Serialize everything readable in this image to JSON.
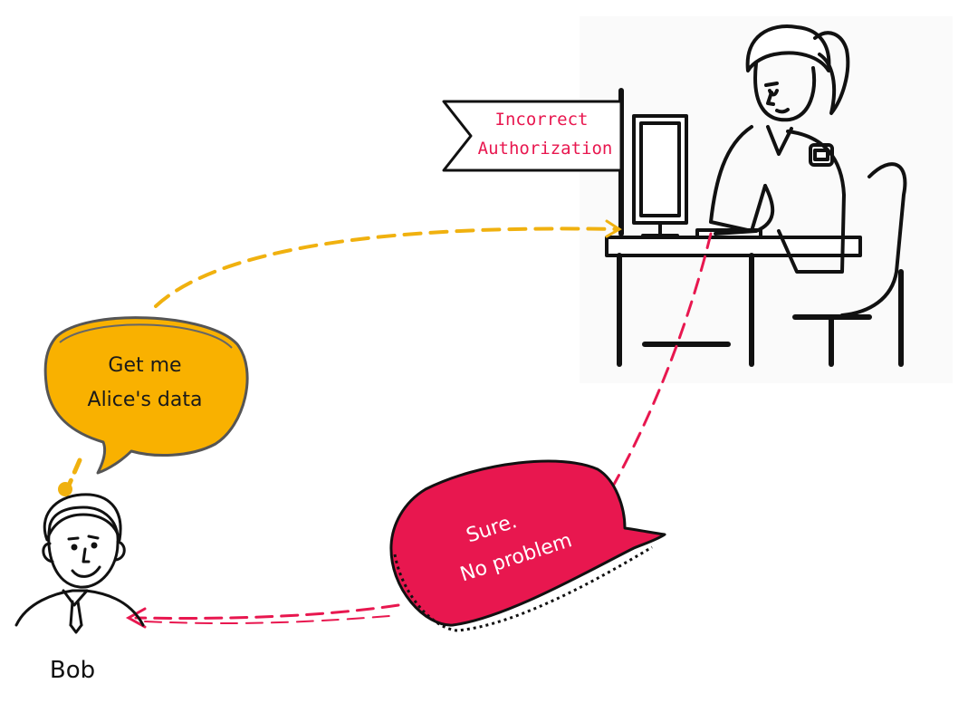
{
  "flag": {
    "line1": "Incorrect",
    "line2": "Authorization",
    "color": "#e8174f"
  },
  "request_bubble": {
    "line1": "Get me",
    "line2": "Alice's data",
    "fill": "#f9b100"
  },
  "response_bubble": {
    "line1": "Sure.",
    "line2": "No problem",
    "fill": "#e8174f"
  },
  "bob": {
    "name": "Bob"
  },
  "arrows": {
    "request_color": "#f0b10f",
    "response_color": "#e8174f"
  },
  "icons": {
    "operator": "operator-at-desk-icon",
    "bob": "bob-avatar-icon",
    "flag": "flag-icon"
  }
}
